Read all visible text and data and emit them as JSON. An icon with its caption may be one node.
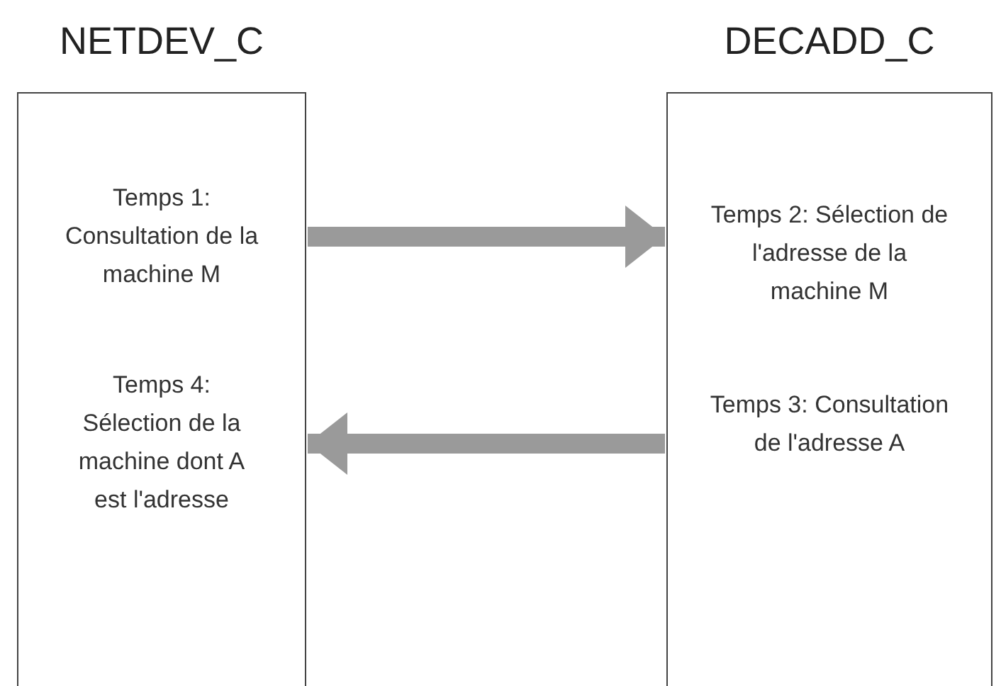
{
  "diagram": {
    "nodes": [
      {
        "text": [
          "NETDEV_C"
        ]
      },
      {
        "text": [
          "Temps 1: Consultation de la machine M"
        ],
        "in": 0
      },
      {
        "text": [
          "Temps 4: Sélection de la machine dont A est l'adresse"
        ],
        "in": 0
      },
      {
        "text": [
          "DECADD_C"
        ]
      },
      {
        "text": [
          "Temps 2: Sélection de l'adresse de la machine M"
        ],
        "in": 3
      },
      {
        "text": [
          "Temps 3: Consultation de l'adresse A"
        ],
        "in": 3
      }
    ],
    "edges": [
      {
        "from": 1,
        "to": 4,
        "arrow": "to"
      },
      {
        "from": 5,
        "to": 2,
        "arrow": "to"
      }
    ]
  }
}
